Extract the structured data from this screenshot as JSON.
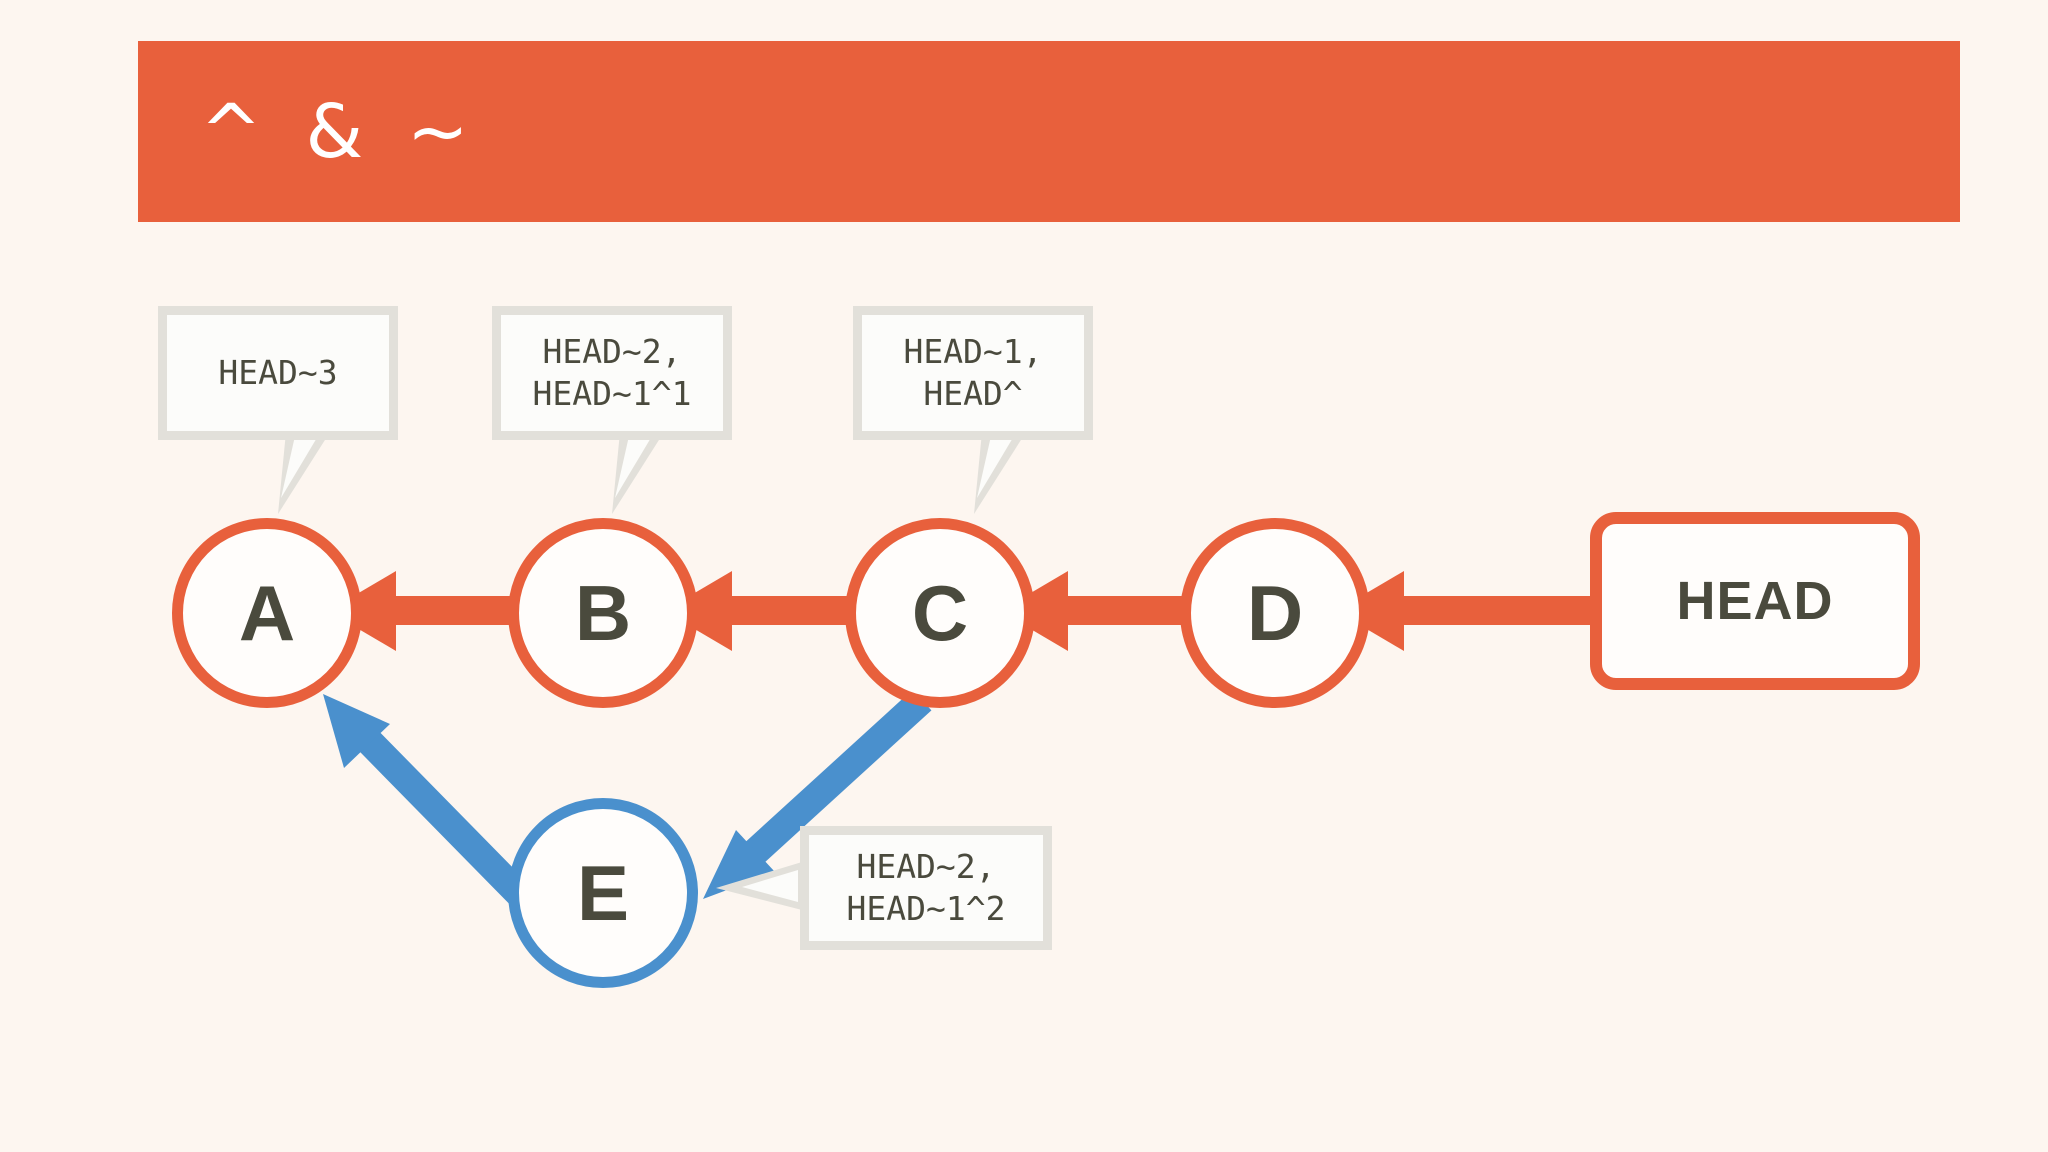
{
  "slide": {
    "background_color": "#fdf6f0",
    "title": {
      "text": "^ & ~",
      "bar_color": "#e8603c",
      "text_color": "#ffffff"
    }
  },
  "theme": {
    "orange": "#e8603c",
    "blue": "#4a90cd",
    "node_fill": "#fffdfb",
    "label_text": "#4a4a3d",
    "callout_border": "#e2e0da",
    "callout_fill": "#fcfcfa"
  },
  "graph": {
    "type": "git-commit-graph",
    "nodes": [
      {
        "id": "A",
        "label": "A",
        "color": "orange",
        "shape": "circle"
      },
      {
        "id": "B",
        "label": "B",
        "color": "orange",
        "shape": "circle"
      },
      {
        "id": "C",
        "label": "C",
        "color": "orange",
        "shape": "circle"
      },
      {
        "id": "D",
        "label": "D",
        "color": "orange",
        "shape": "circle"
      },
      {
        "id": "E",
        "label": "E",
        "color": "blue",
        "shape": "circle"
      },
      {
        "id": "HEAD",
        "label": "HEAD",
        "color": "orange",
        "shape": "rounded-rect"
      }
    ],
    "edges": [
      {
        "from": "B",
        "to": "A",
        "color": "orange"
      },
      {
        "from": "C",
        "to": "B",
        "color": "orange"
      },
      {
        "from": "D",
        "to": "C",
        "color": "orange"
      },
      {
        "from": "HEAD",
        "to": "D",
        "color": "orange"
      },
      {
        "from": "C",
        "to": "E",
        "color": "blue"
      },
      {
        "from": "E",
        "to": "A",
        "color": "blue"
      }
    ]
  },
  "callouts": [
    {
      "target": "A",
      "lines": [
        "HEAD~3"
      ],
      "tail": "down-right"
    },
    {
      "target": "B",
      "lines": [
        "HEAD~2,",
        "HEAD~1^1"
      ],
      "tail": "down-right"
    },
    {
      "target": "C",
      "lines": [
        "HEAD~1,",
        "HEAD^"
      ],
      "tail": "down-right"
    },
    {
      "target": "E",
      "lines": [
        "HEAD~2,",
        "HEAD~1^2"
      ],
      "tail": "left"
    }
  ]
}
